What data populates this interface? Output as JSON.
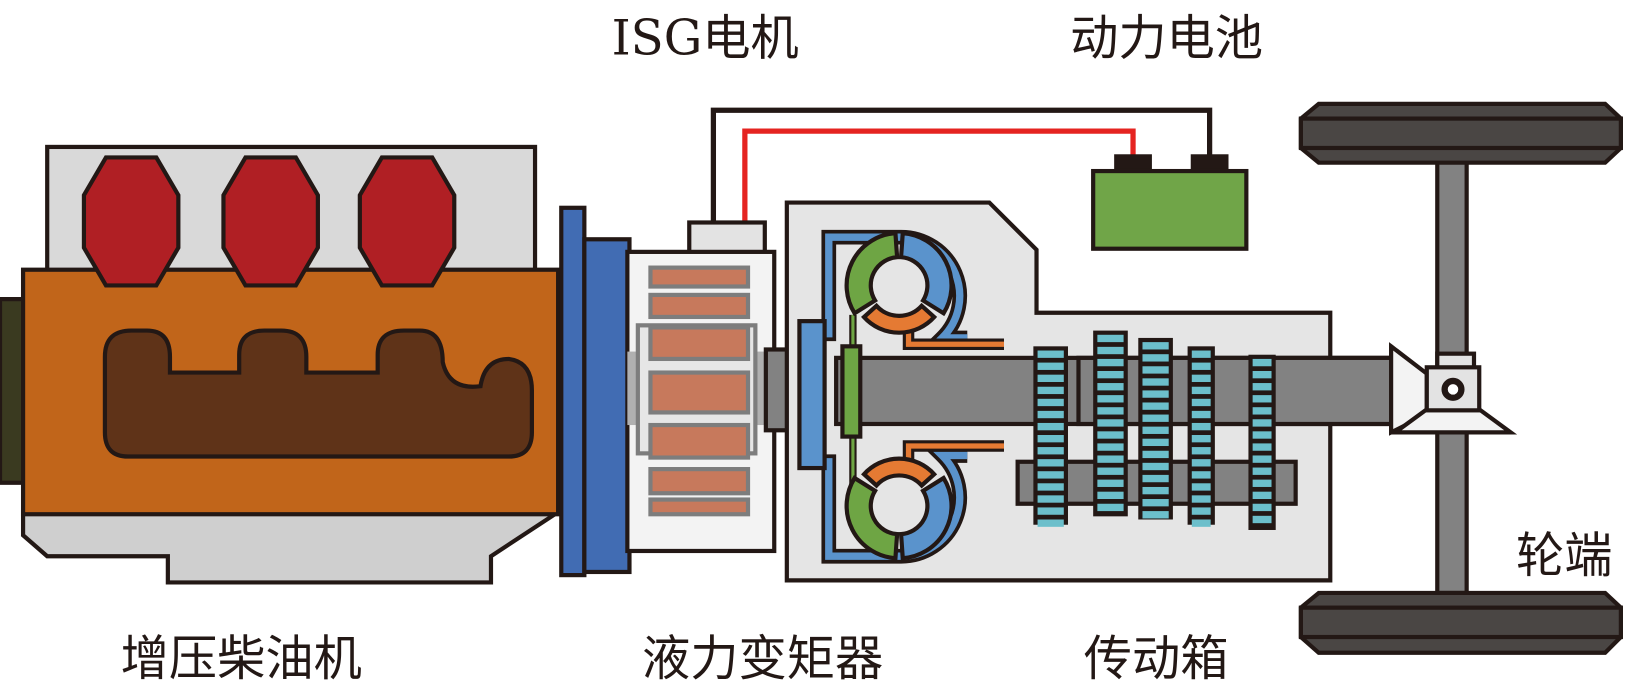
{
  "labels": {
    "isg_motor": "ISG电机",
    "battery": "动力电池",
    "engine": "增压柴油机",
    "torque_converter": "液力变矩器",
    "gearbox": "传动箱",
    "wheel_end": "轮端"
  },
  "colors": {
    "engine_body": "#c1651a",
    "engine_top": "#d9d9d9",
    "cylinder_head": "#b01f24",
    "manifold": "#5f3318",
    "flange": "#416cb3",
    "stator_coil": "#c7795c",
    "battery": "#70a548",
    "wire_positive": "#e52421",
    "wire_negative": "#231815",
    "pump_blue": "#5a93cc",
    "turbine_green": "#6ea544",
    "stator_orange": "#e57a33",
    "gear_teeth": "#6cbfcb",
    "shaft": "#828282",
    "housing": "#e5e5e5",
    "tire": "#4a4644"
  }
}
